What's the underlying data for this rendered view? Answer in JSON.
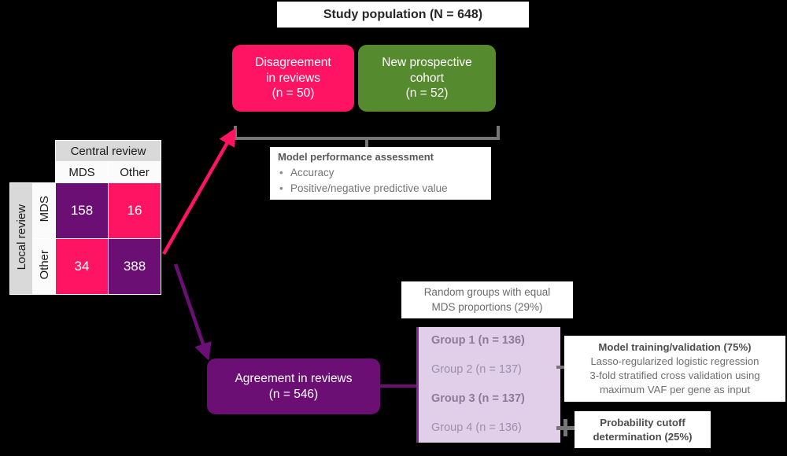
{
  "title": {
    "text": "Study population (N = 648)"
  },
  "cards": {
    "disagreement": {
      "lines": [
        "Disagreement",
        "in reviews",
        "(n = 50)"
      ],
      "color": "#ff1464"
    },
    "new_cohort": {
      "lines": [
        "New prospective",
        "cohort",
        "(n = 52)"
      ],
      "color": "#568a2e"
    },
    "agreement": {
      "lines": [
        "Agreement in reviews",
        "(n = 546)"
      ],
      "color": "#6b0f74"
    }
  },
  "matrix": {
    "col_group_header": "Central review",
    "row_group_header": "Local review",
    "col_headers": [
      "MDS",
      "Other"
    ],
    "row_headers": [
      "MDS",
      "Other"
    ],
    "values": [
      [
        158,
        16
      ],
      [
        34,
        388
      ]
    ],
    "cell_kinds": [
      [
        "agree",
        "disagree"
      ],
      [
        "disagree",
        "agree"
      ]
    ],
    "agree_color": "#6b0f74",
    "disagree_color": "#ff1464",
    "header_gray": "#d9d9d9"
  },
  "model_performance": {
    "title": "Model performance assessment",
    "bullets": [
      "Accuracy",
      "Positive/negative predictive value"
    ]
  },
  "random_groups": {
    "lines": [
      "Random groups with equal",
      "MDS proportions (29%)"
    ],
    "groups": [
      {
        "label": "Group 1 (n = 136)",
        "emphasis": "bold"
      },
      {
        "label": "Group 2 (n = 137)",
        "emphasis": "normal"
      },
      {
        "label": "Group 3 (n = 137)",
        "emphasis": "bold"
      },
      {
        "label": "Group 4 (n = 136)",
        "emphasis": "normal"
      }
    ],
    "panel_color": "#e1cfea",
    "accent_color": "#7b2d8e"
  },
  "training": {
    "title": "Model training/validation (75%)",
    "lines": [
      "Lasso-regularized logistic regression",
      "3-fold stratified cross validation using",
      "maximum VAF per gene as input"
    ]
  },
  "cutoff": {
    "lines": [
      "Probability cutoff",
      "determination (25%)"
    ]
  },
  "connectors": {
    "bracket_color": "#767676",
    "pink_arrow_color": "#ff1464",
    "purple_arrow_color": "#6b0f74"
  }
}
